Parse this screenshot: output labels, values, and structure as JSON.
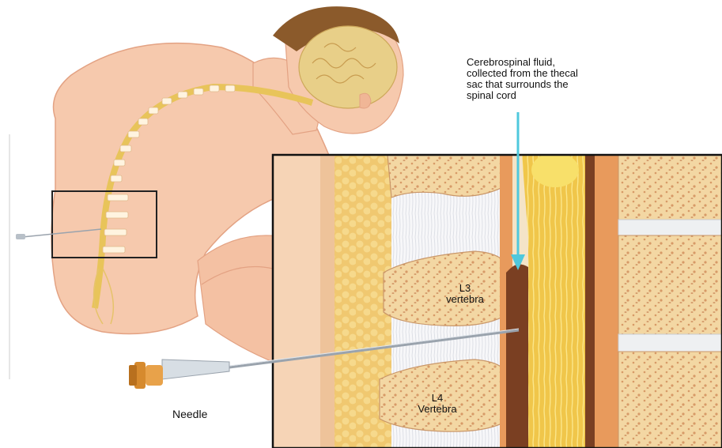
{
  "labels": {
    "csf_lines": [
      "Cerebrospinal fluid,",
      "collected from the thecal",
      "sac that surrounds the",
      "spinal cord"
    ],
    "l3_lines": [
      "L3",
      "vertebra"
    ],
    "l4_lines": [
      "L4",
      "Vertebra"
    ],
    "needle": "Needle"
  },
  "colors": {
    "skin": "#f6c9ad",
    "skin_shade": "#e9a88a",
    "brain": "#e8cf88",
    "hair": "#8b5a2b",
    "bone": "#f3d7a3",
    "bone_dot": "#d79a67",
    "fat": "#f0c870",
    "disc": "#eef0f2",
    "csf_sac": "#7a3f22",
    "cord": "#f4d35e",
    "arrow": "#4fc8dd",
    "needle_hub": "#d68a2e"
  }
}
